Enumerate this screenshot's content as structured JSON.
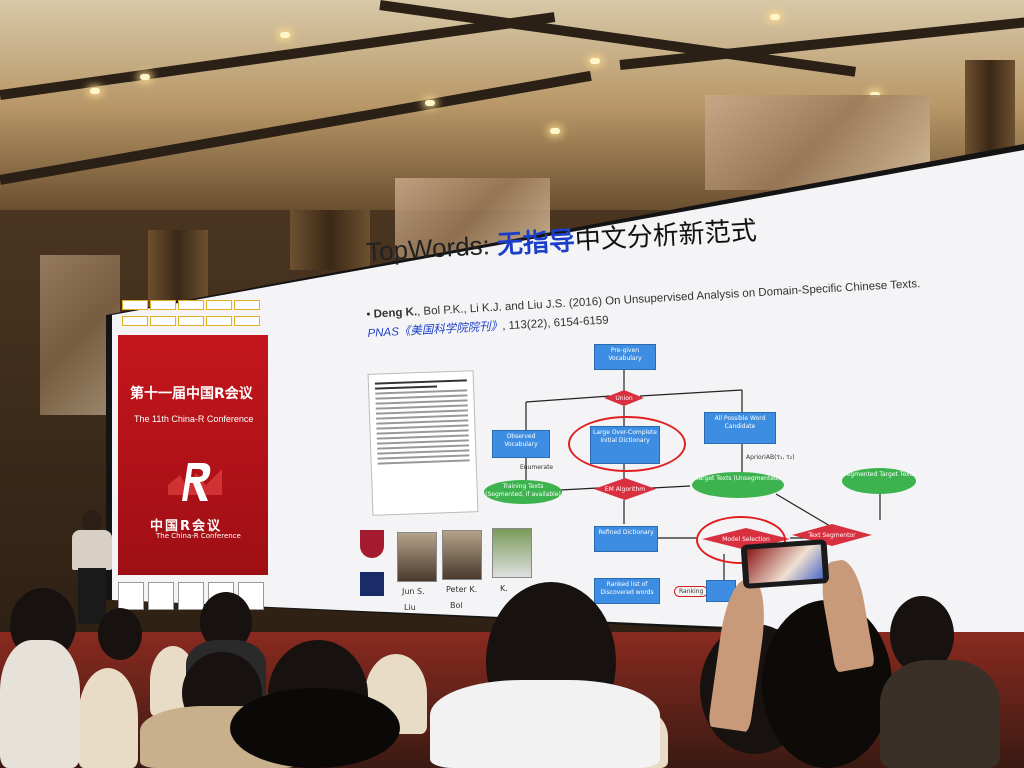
{
  "slide": {
    "title_en": "TopWords: ",
    "title_cn_highlight": "无指导",
    "title_cn_rest": "中文分析新范式",
    "citation_authors_bold": "Deng K.",
    "citation_rest": ", Bol P.K., Li K.J. and Liu J.S. (2016) On Unsupervised Analysis on Domain-Specific Chinese Texts. ",
    "citation_journal": "PNAS《美国科学院院刊》",
    "citation_tail": ", 113(22), 6154-6159"
  },
  "conference": {
    "name_cn": "第十一届中国R会议",
    "name_en": "The 11th China-R Conference",
    "logo_cn": "中国R会议",
    "logo_en": "The China-R Conference"
  },
  "people": [
    "Jun S.",
    "Peter K.",
    "K."
  ],
  "people_line2": [
    "Liu",
    "Bol",
    ""
  ],
  "diagram": {
    "pre_vocab": "Pre-given Vocabulary",
    "union": "Union",
    "observed_vocab": "Observed Vocabulary",
    "large_dict": "Large Over-Complete Initial Dictionary",
    "all_words": "All Possible Word Candidate",
    "enumerate": "Enumerate",
    "apriori": "AprioriAB(τ₁, τ₂)",
    "training": "Training Texts (Segmented, if available)",
    "em": "EM Algorithm",
    "target": "Target Texts (Unsegmented)",
    "segmented": "Segmented Target Texts",
    "refined": "Refined Dictionary",
    "model_sel": "Model Selection",
    "text_seg": "Text Segmentor",
    "ranking": "Ranking",
    "ranked": "Ranked list of Discovered words"
  }
}
